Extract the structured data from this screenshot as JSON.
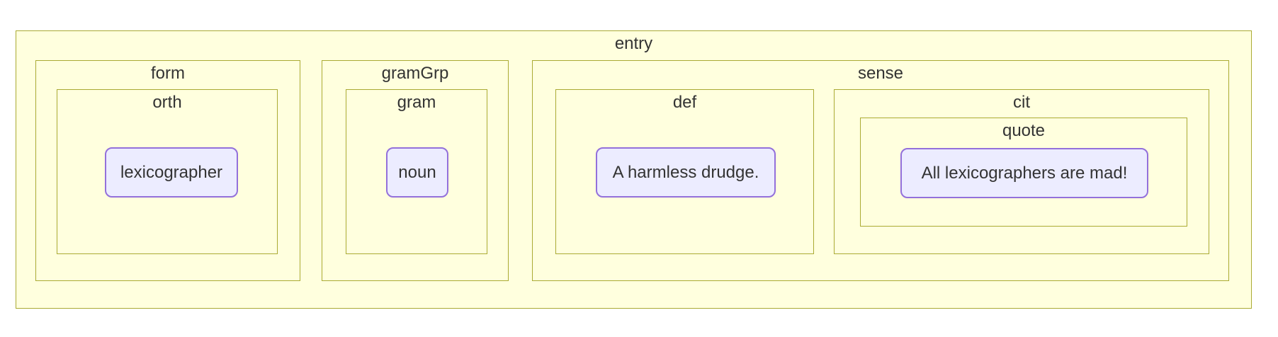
{
  "theme": {
    "canvas_bg": "#ffffff",
    "cluster_fill": "#ffffde",
    "cluster_border": "#aaaa33",
    "node_fill": "#ececff",
    "node_border": "#9370db",
    "text_color": "#333333"
  },
  "diagram_type": "nested-blocks",
  "tree": {
    "label": "entry",
    "children": [
      {
        "label": "form",
        "children": [
          {
            "label": "orth",
            "leaf": "lexicographer"
          }
        ]
      },
      {
        "label": "gramGrp",
        "children": [
          {
            "label": "gram",
            "leaf": "noun"
          }
        ]
      },
      {
        "label": "sense",
        "children": [
          {
            "label": "def",
            "leaf": "A harmless drudge."
          },
          {
            "label": "cit",
            "children": [
              {
                "label": "quote",
                "leaf": "All lexicographers are mad!"
              }
            ]
          }
        ]
      }
    ]
  }
}
